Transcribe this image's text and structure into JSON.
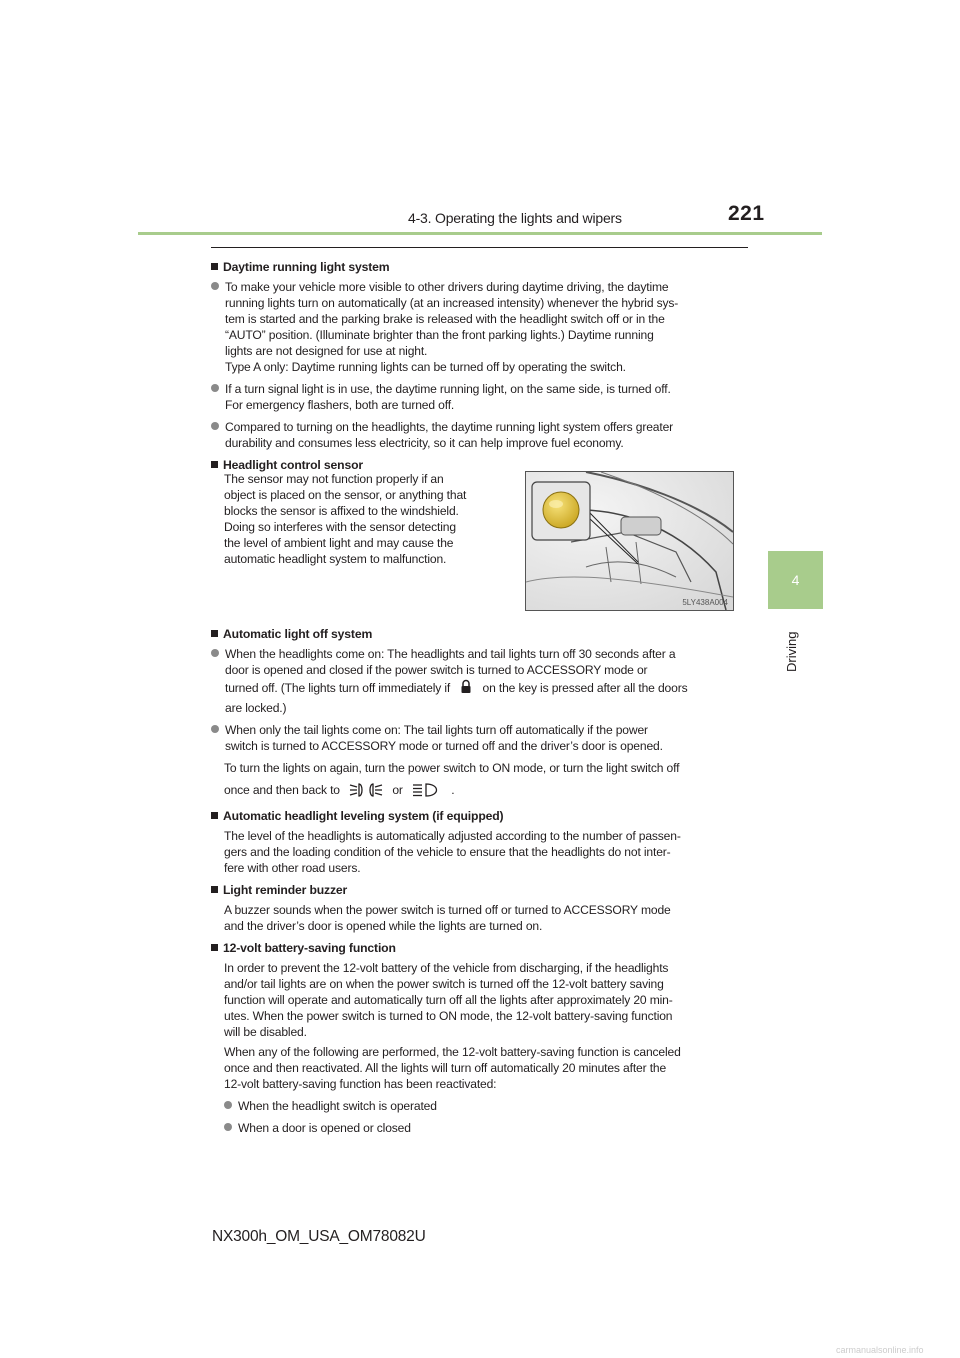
{
  "header": {
    "section": "4-3. Operating the lights and wipers",
    "page_number": "221"
  },
  "tab": {
    "number": "4",
    "label": "Driving"
  },
  "sections": {
    "daytime": {
      "title": "Daytime running light system",
      "b1_lines": [
        "To make your vehicle more visible to other drivers during daytime driving, the daytime",
        "running lights turn on automatically (at an increased intensity) whenever the hybrid sys-",
        "tem is started and the parking brake is released with the headlight switch off or in the",
        "“AUTO” position. (Illuminate brighter than the front parking lights.) Daytime running",
        "lights are not designed for use at night.",
        "Type A only: Daytime running lights can be turned off by operating the switch."
      ],
      "b2_lines": [
        "If a turn signal light is in use, the daytime running light, on the same side, is turned off.",
        "For emergency flashers, both are turned off."
      ],
      "b3_lines": [
        "Compared to turning on the headlights, the daytime running light system offers greater",
        "durability and consumes less electricity, so it can help improve fuel economy."
      ]
    },
    "sensor": {
      "title": "Headlight control sensor",
      "text_lines": [
        "The sensor may not function properly if an",
        "object is placed on the sensor, or anything that",
        "blocks the sensor is affixed to the windshield.",
        "Doing so interferes with the sensor detecting",
        "the level of ambient light and may cause the",
        "automatic headlight system to malfunction."
      ],
      "figure_code": "5LY438A004"
    },
    "auto_off": {
      "title": "Automatic light off system",
      "b1_lines": [
        "When the headlights come on: The headlights and tail lights turn off 30 seconds after a",
        "door is opened and closed if the power switch is turned to ACCESSORY mode or"
      ],
      "b1_line3_a": "turned off. (The lights turn off immediately if",
      "b1_line3_b": "on the key is pressed after all the doors",
      "b1_line4": "are locked.)",
      "b2_lines": [
        "When only the tail lights come on: The tail lights turn off automatically if the power",
        "switch is turned to ACCESSORY mode or turned off and the driver’s door is opened."
      ],
      "after_line1": "To turn the lights on again, turn the power switch to ON mode, or turn the light switch off",
      "after_line2_a": "once and then back to",
      "after_line2_or": "or",
      "after_line2_end": "."
    },
    "leveling": {
      "title": "Automatic headlight leveling system (if equipped)",
      "lines": [
        "The level of the headlights is automatically adjusted according to the number of passen-",
        "gers and the loading condition of the vehicle to ensure that the headlights do not inter-",
        "fere with other road users."
      ]
    },
    "buzzer": {
      "title": "Light reminder buzzer",
      "lines": [
        "A buzzer sounds when the power switch is turned off or turned to ACCESSORY mode",
        "and the driver’s door is opened while the lights are turned on."
      ]
    },
    "battery": {
      "title": "12-volt battery-saving function",
      "p1_lines": [
        "In order to prevent the 12-volt battery of the vehicle from discharging, if the headlights",
        "and/or tail lights are on when the power switch is turned off the 12-volt battery saving",
        "function will operate and automatically turn off all the lights after approximately 20 min-",
        "utes. When the power switch is turned to ON mode, the 12-volt battery-saving function",
        "will be disabled."
      ],
      "p2_lines": [
        "When any of the following are performed, the 12-volt battery-saving function is canceled",
        "once and then reactivated. All the lights will turn off automatically 20 minutes after the",
        "12-volt battery-saving function has been reactivated:"
      ],
      "b1": "When the headlight switch is operated",
      "b2": "When a door is opened or closed"
    }
  },
  "footer": {
    "doc_code": "NX300h_OM_USA_OM78082U",
    "site": "carmanualsonline.info"
  }
}
